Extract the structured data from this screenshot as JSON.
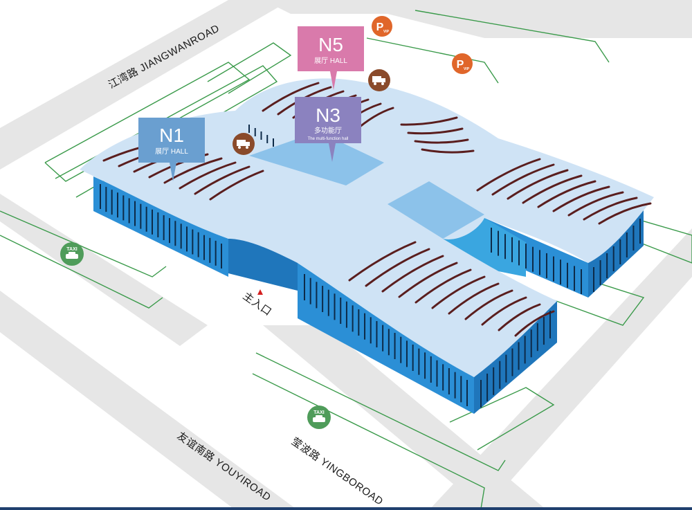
{
  "map": {
    "roads": {
      "jiangwan": "江湾路  JIANGWANROAD",
      "youyi": "友谊南路  YOUYIROAD",
      "yingbo": "莹波路  YINGBOROAD"
    },
    "entrance_label": "主入口",
    "halls": [
      {
        "code": "N1",
        "name": "展厅 HALL",
        "color": "#6a9fd0"
      },
      {
        "code": "N5",
        "name": "展厅 HALL",
        "color": "#d97aab"
      },
      {
        "code": "N3",
        "name": "多功能厅",
        "sub": "The multi-function hall",
        "color": "#8b82bf"
      }
    ],
    "icons": {
      "parking_letter": "P",
      "parking_sub": "VIP",
      "taxi_label": "TAXI",
      "parking_color": "#e0662a",
      "truck_color": "#8a4a2a",
      "taxi_color": "#4f9c5a"
    }
  }
}
